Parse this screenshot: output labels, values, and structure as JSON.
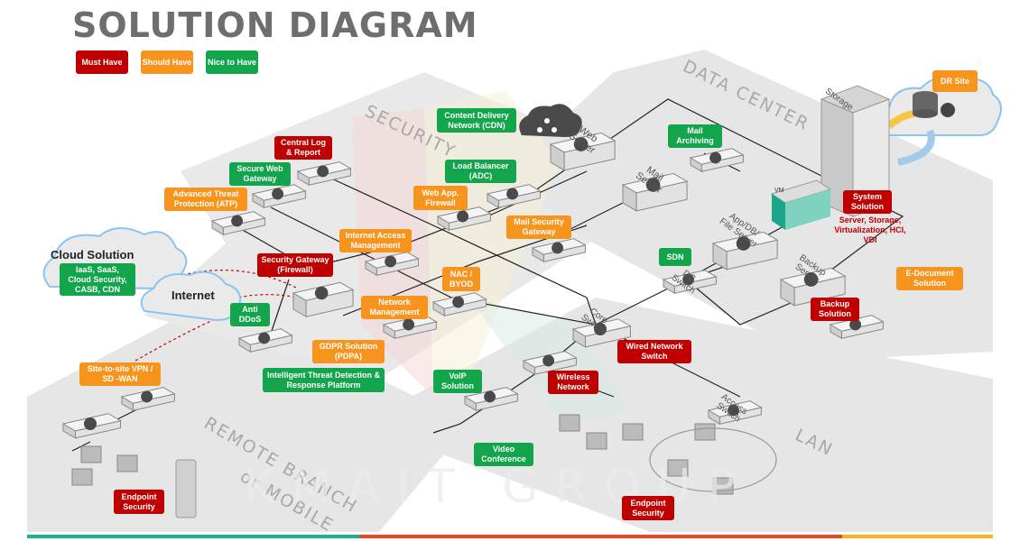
{
  "title": "SOLUTION DIAGRAM",
  "legend": [
    {
      "label": "Must Have",
      "color": "#c00000"
    },
    {
      "label": "Should Have",
      "color": "#f7941d"
    },
    {
      "label": "Nice to Have",
      "color": "#12a54b"
    }
  ],
  "zones": {
    "security": "SECURITY",
    "data_center": "DATA CENTER",
    "lan": "LAN",
    "remote_branch": "REMOTE BRANCH",
    "remote_mobile": "or MOBILE"
  },
  "watermark": "KMAIT GROUP",
  "cloud": {
    "title": "Cloud Solution",
    "items": "IaaS, SaaS, Cloud Security, CASB, CDN",
    "internet": "Internet"
  },
  "labels": {
    "central_log": {
      "text": "Central Log & Report",
      "priority": "must"
    },
    "secure_web_gateway": {
      "text": "Secure Web Gateway",
      "priority": "nice"
    },
    "atp": {
      "text": "Advanced Threat Protection (ATP)",
      "priority": "should"
    },
    "cdn": {
      "text": "Content Delivery Network (CDN)",
      "priority": "nice"
    },
    "load_balancer": {
      "text": "Load Balancer (ADC)",
      "priority": "nice"
    },
    "waf": {
      "text": "Web App. Firewall",
      "priority": "should"
    },
    "internet_access": {
      "text": "Internet Access Management",
      "priority": "should"
    },
    "security_gateway": {
      "text": "Security Gateway (Firewall)",
      "priority": "must"
    },
    "mail_security": {
      "text": "Mail Security Gateway",
      "priority": "should"
    },
    "mail_archiving": {
      "text": "Mail Archiving",
      "priority": "nice"
    },
    "nac": {
      "text": "NAC / BYOD",
      "priority": "should"
    },
    "network_mgmt": {
      "text": "Network Management",
      "priority": "should"
    },
    "anti_ddos": {
      "text": "Anti DDoS",
      "priority": "nice"
    },
    "gdpr": {
      "text": "GDPR Solution (PDPA)",
      "priority": "should"
    },
    "itdr": {
      "text": "Intelligent Threat Detection & Response Platform",
      "priority": "nice"
    },
    "sdn": {
      "text": "SDN",
      "priority": "nice"
    },
    "system_solution": {
      "text": "System Solution",
      "priority": "must"
    },
    "system_solution_detail": "Server, Storage, Virtualization, HCI, VDI",
    "dr_site": {
      "text": "DR Site",
      "priority": "should"
    },
    "e_document": {
      "text": "E-Document Solution",
      "priority": "should"
    },
    "backup_solution": {
      "text": "Backup Solution",
      "priority": "must"
    },
    "wired_switch": {
      "text": "Wired Network Switch",
      "priority": "must"
    },
    "wireless": {
      "text": "Wireless Network",
      "priority": "must"
    },
    "voip": {
      "text": "VoIP Solution",
      "priority": "nice"
    },
    "video_conf": {
      "text": "Video Conference",
      "priority": "nice"
    },
    "endpoint_lan": {
      "text": "Endpoint Security",
      "priority": "must"
    },
    "vpn": {
      "text": "Site-to-site VPN / SD -WAN",
      "priority": "should"
    },
    "endpoint_remote": {
      "text": "Endpoint Security",
      "priority": "must"
    }
  },
  "devices": {
    "web_server": "Web Server",
    "mail_server": "Mail Server",
    "app_server": "App/DB/ File Server",
    "storage": "Storage",
    "backup_server": "Backup Server",
    "dc_switch": "DC Switch",
    "core_switch": "Core Switch",
    "access_switch": "Access Switch",
    "vm": "VM"
  },
  "footer_colors": [
    "#16b192",
    "#ee4423",
    "#f8b418"
  ]
}
